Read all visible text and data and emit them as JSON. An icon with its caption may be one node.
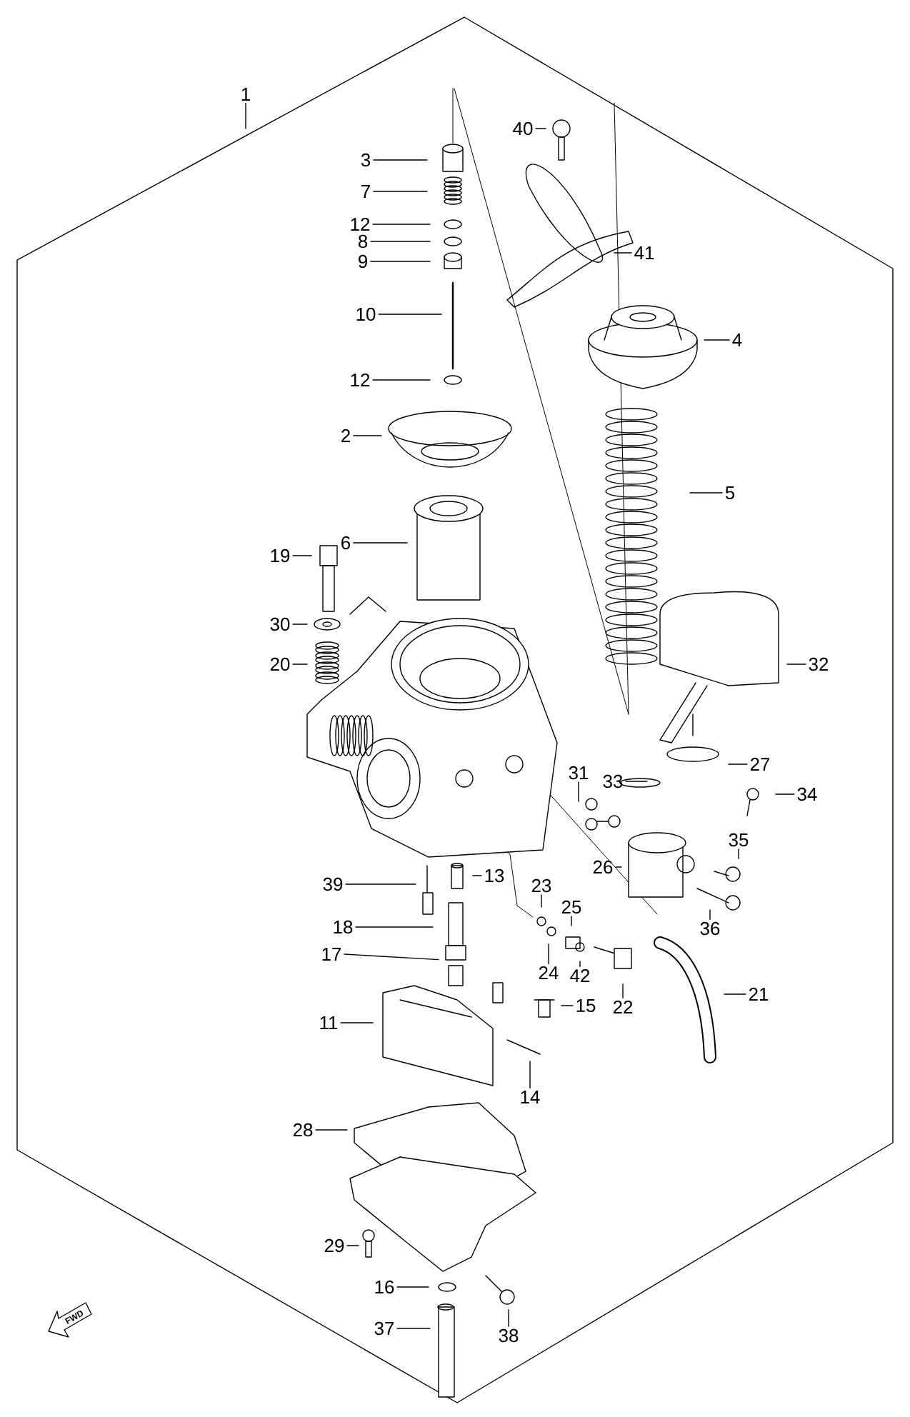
{
  "diagram": {
    "nodes": [
      {
        "text": [
          "1"
        ]
      },
      {
        "text": [
          "40"
        ]
      },
      {
        "text": [
          "3"
        ]
      },
      {
        "text": [
          "7"
        ]
      },
      {
        "text": [
          "12"
        ]
      },
      {
        "text": [
          "8"
        ]
      },
      {
        "text": [
          "41"
        ]
      },
      {
        "text": [
          "9"
        ]
      },
      {
        "text": [
          "10"
        ]
      },
      {
        "text": [
          "4"
        ]
      },
      {
        "text": [
          "12"
        ]
      },
      {
        "text": [
          "2"
        ]
      },
      {
        "text": [
          "5"
        ]
      },
      {
        "text": [
          "6"
        ]
      },
      {
        "text": [
          "19"
        ]
      },
      {
        "text": [
          "30"
        ]
      },
      {
        "text": [
          "20"
        ]
      },
      {
        "text": [
          "32"
        ]
      },
      {
        "text": [
          "27"
        ]
      },
      {
        "text": [
          "31"
        ]
      },
      {
        "text": [
          "33"
        ]
      },
      {
        "text": [
          "34"
        ]
      },
      {
        "text": [
          "35"
        ]
      },
      {
        "text": [
          "26"
        ]
      },
      {
        "text": [
          "13"
        ]
      },
      {
        "text": [
          "39"
        ]
      },
      {
        "text": [
          "23"
        ]
      },
      {
        "text": [
          "25"
        ]
      },
      {
        "text": [
          "18"
        ]
      },
      {
        "text": [
          "36"
        ]
      },
      {
        "text": [
          "17"
        ]
      },
      {
        "text": [
          "24"
        ]
      },
      {
        "text": [
          "42"
        ]
      },
      {
        "text": [
          "21"
        ]
      },
      {
        "text": [
          "15"
        ]
      },
      {
        "text": [
          "22"
        ]
      },
      {
        "text": [
          "11"
        ]
      },
      {
        "text": [
          "14"
        ]
      },
      {
        "text": [
          "28"
        ]
      },
      {
        "text": [
          "29"
        ]
      },
      {
        "text": [
          "16"
        ]
      },
      {
        "text": [
          "37"
        ]
      },
      {
        "text": [
          "38"
        ]
      }
    ],
    "edges": [
      {
        "from": 0,
        "to": null,
        "arrow": "none"
      },
      {
        "from": 1,
        "to": null,
        "arrow": "none"
      },
      {
        "from": 2,
        "to": null,
        "arrow": "none"
      },
      {
        "from": 3,
        "to": null,
        "arrow": "none"
      },
      {
        "from": 4,
        "to": null,
        "arrow": "none"
      },
      {
        "from": 5,
        "to": null,
        "arrow": "none"
      },
      {
        "from": 6,
        "to": null,
        "arrow": "none"
      },
      {
        "from": 7,
        "to": null,
        "arrow": "none"
      },
      {
        "from": 8,
        "to": null,
        "arrow": "none"
      },
      {
        "from": 9,
        "to": null,
        "arrow": "none"
      },
      {
        "from": 10,
        "to": null,
        "arrow": "none"
      },
      {
        "from": 11,
        "to": null,
        "arrow": "none"
      },
      {
        "from": 12,
        "to": null,
        "arrow": "none"
      },
      {
        "from": 13,
        "to": null,
        "arrow": "none"
      },
      {
        "from": 14,
        "to": null,
        "arrow": "none"
      },
      {
        "from": 15,
        "to": null,
        "arrow": "none"
      },
      {
        "from": 16,
        "to": null,
        "arrow": "none"
      },
      {
        "from": 17,
        "to": null,
        "arrow": "none"
      },
      {
        "from": 18,
        "to": null,
        "arrow": "none"
      },
      {
        "from": 19,
        "to": null,
        "arrow": "none"
      },
      {
        "from": 20,
        "to": null,
        "arrow": "none"
      },
      {
        "from": 21,
        "to": null,
        "arrow": "none"
      },
      {
        "from": 22,
        "to": null,
        "arrow": "none"
      },
      {
        "from": 23,
        "to": null,
        "arrow": "none"
      },
      {
        "from": 24,
        "to": null,
        "arrow": "none"
      },
      {
        "from": 25,
        "to": null,
        "arrow": "none"
      },
      {
        "from": 26,
        "to": null,
        "arrow": "none"
      },
      {
        "from": 27,
        "to": null,
        "arrow": "none"
      },
      {
        "from": 28,
        "to": null,
        "arrow": "none"
      },
      {
        "from": 29,
        "to": null,
        "arrow": "none"
      },
      {
        "from": 30,
        "to": null,
        "arrow": "none"
      },
      {
        "from": 31,
        "to": null,
        "arrow": "none"
      },
      {
        "from": 32,
        "to": null,
        "arrow": "none"
      },
      {
        "from": 33,
        "to": null,
        "arrow": "none"
      },
      {
        "from": 34,
        "to": null,
        "arrow": "none"
      },
      {
        "from": 35,
        "to": null,
        "arrow": "none"
      },
      {
        "from": 36,
        "to": null,
        "arrow": "none"
      },
      {
        "from": 37,
        "to": null,
        "arrow": "none"
      },
      {
        "from": 38,
        "to": null,
        "arrow": "none"
      },
      {
        "from": 39,
        "to": null,
        "arrow": "none"
      },
      {
        "from": 40,
        "to": null,
        "arrow": "none"
      },
      {
        "from": 41,
        "to": null,
        "arrow": "none"
      },
      {
        "from": 42,
        "to": null,
        "arrow": "none"
      }
    ],
    "labels": [
      "FWD"
    ]
  }
}
